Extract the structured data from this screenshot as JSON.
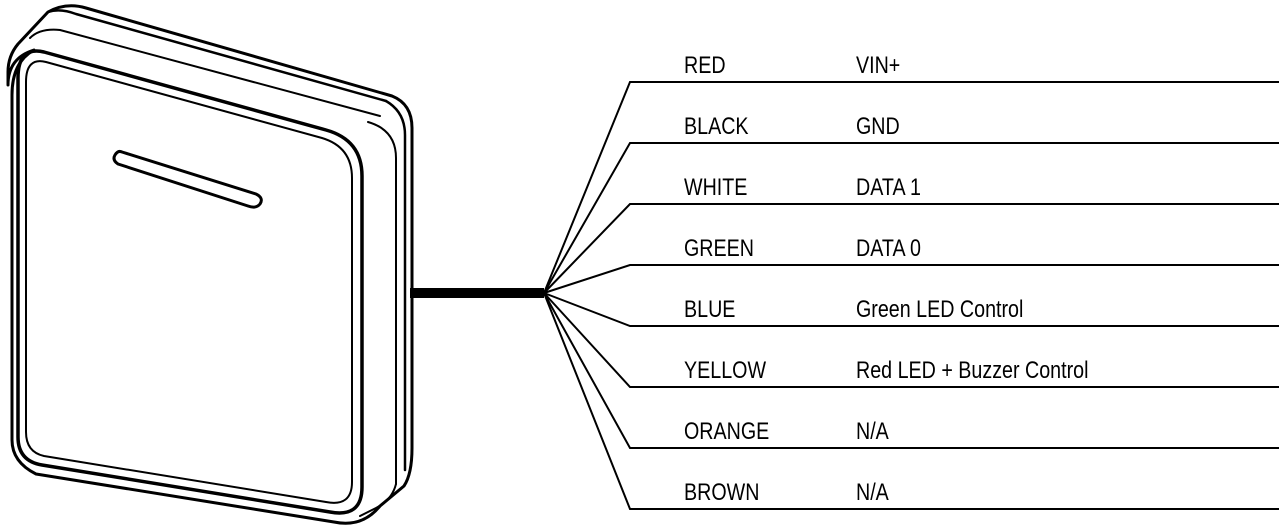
{
  "wiring": {
    "wires": [
      {
        "color": "RED",
        "function": "VIN+"
      },
      {
        "color": "BLACK",
        "function": "GND"
      },
      {
        "color": "WHITE",
        "function": "DATA 1"
      },
      {
        "color": "GREEN",
        "function": "DATA 0"
      },
      {
        "color": "BLUE",
        "function": "Green LED Control"
      },
      {
        "color": "YELLOW",
        "function": "Red LED + Buzzer Control"
      },
      {
        "color": "ORANGE",
        "function": "N/A"
      },
      {
        "color": "BROWN",
        "function": "N/A"
      }
    ]
  },
  "colors": {
    "line": "#000000",
    "background": "#ffffff"
  }
}
